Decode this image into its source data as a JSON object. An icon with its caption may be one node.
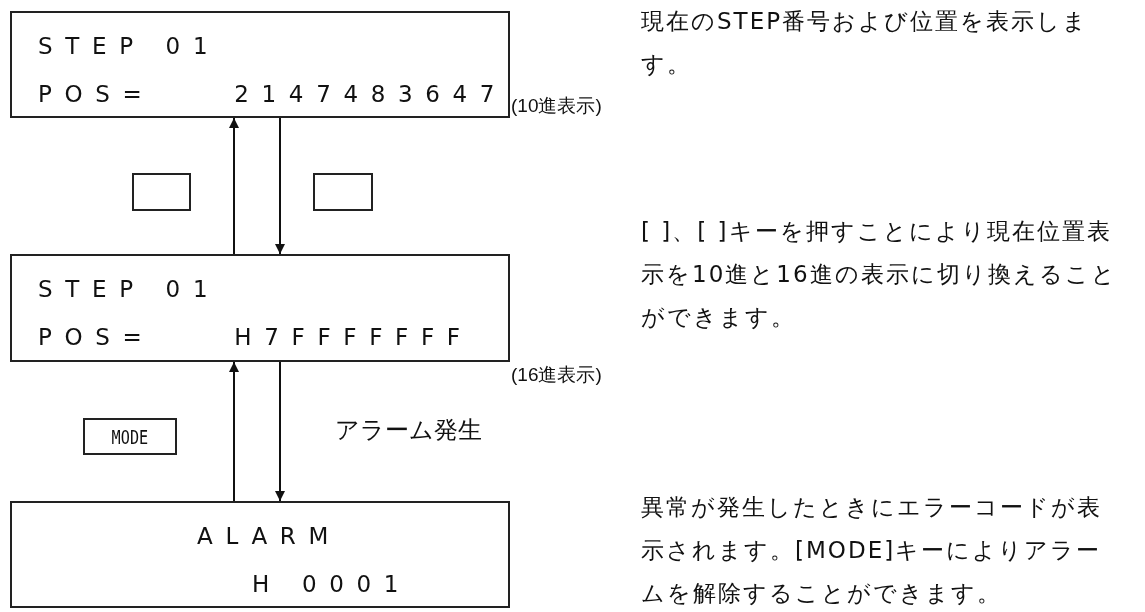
{
  "diagram": {
    "nodes": [
      {
        "text": [
          "STEP 01",
          "POS=    2147483647"
        ],
        "beside": [
          "(10進表示)"
        ]
      },
      {
        "text": [],
        "shape": "box"
      },
      {
        "text": [],
        "shape": "box"
      },
      {
        "text": [
          "STEP 01",
          "POS=    H7FFFFFFF"
        ],
        "beside": [
          "(16進表示)"
        ]
      },
      {
        "text": [
          "MODE"
        ]
      },
      {
        "text": [
          "ALARM",
          "H 0001"
        ]
      }
    ],
    "edges": [
      {
        "from": 3,
        "to": 0,
        "arrow": "to"
      },
      {
        "from": 0,
        "to": 3,
        "arrow": "to"
      },
      {
        "from": 5,
        "to": 3,
        "arrow": "to"
      },
      {
        "from": 3,
        "to": 5,
        "arrow": "to",
        "label": "アラーム発生"
      }
    ],
    "labels": [
      "現在のSTEP番号および位置を表示します。",
      "[ ]、[ ]キーを押すことにより現在位置表示を10進と16進の表示に切り換えることができます。",
      "異常が発生したときにエラーコードが表示されます。[MODE]キーによりアラームを解除することができます。"
    ]
  }
}
